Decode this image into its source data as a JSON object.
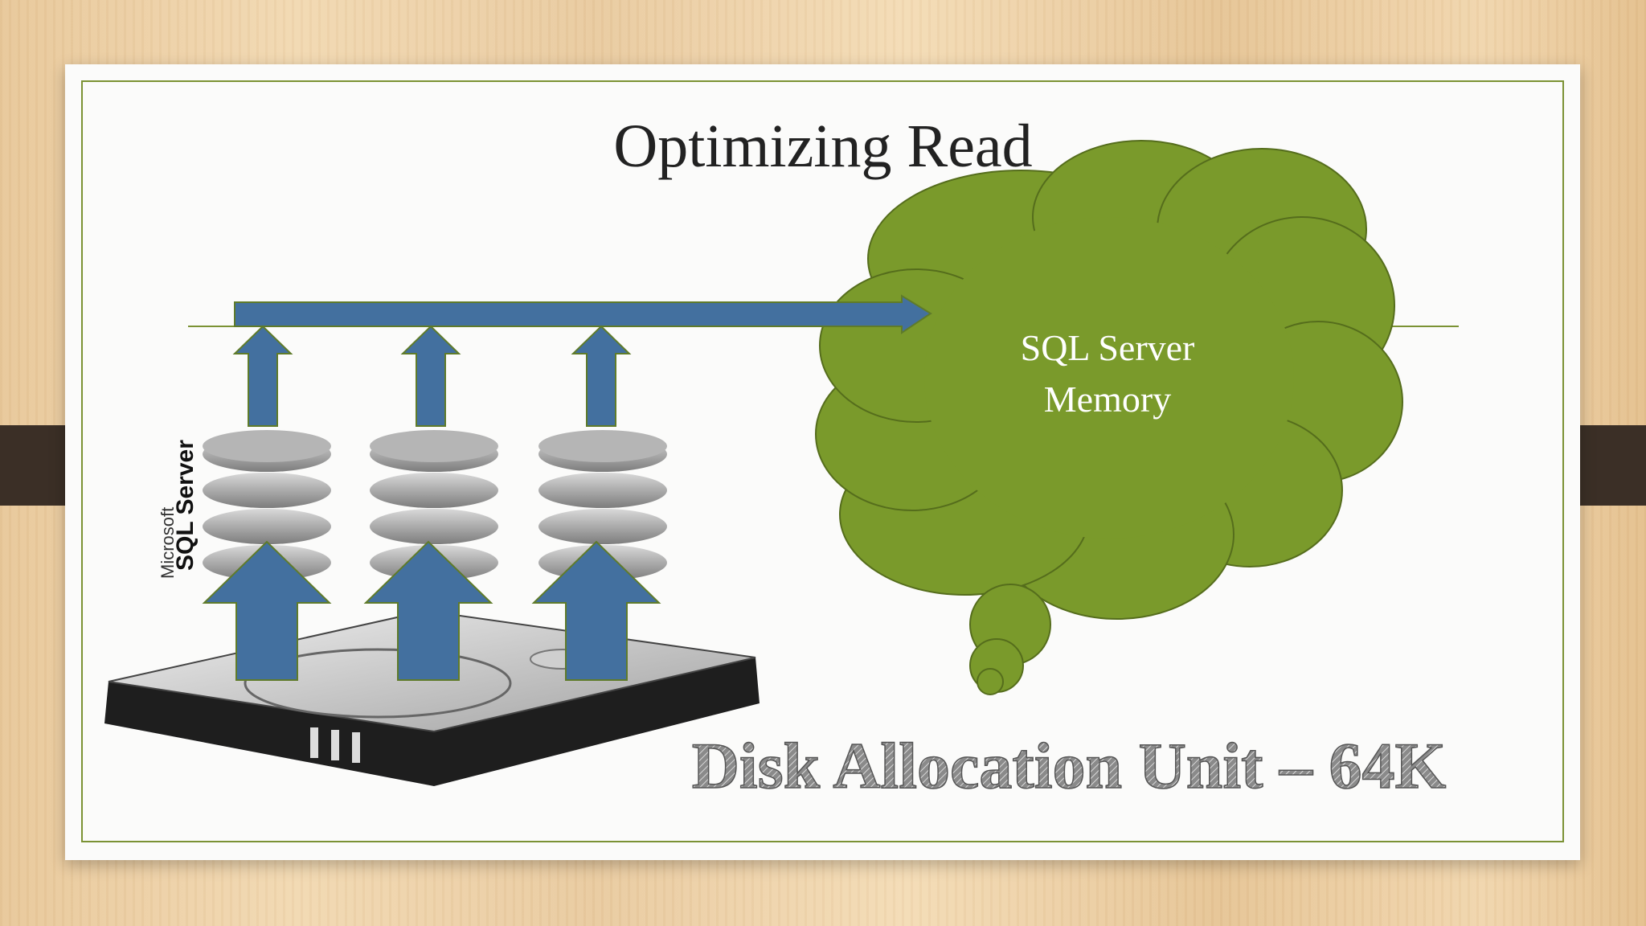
{
  "slide": {
    "title": "Optimizing Read",
    "cloud_text_line1": "SQL Server",
    "cloud_text_line2": "Memory",
    "caption": "Disk Allocation Unit – 64K",
    "logo_text_small": "Microsoft",
    "logo_text_large": "SQL Server"
  },
  "colors": {
    "frame": "#7b9234",
    "cloud": "#7a9a2b",
    "arrow": "#43709f",
    "clip": "#3b2f26"
  },
  "icons": [
    "database-icon",
    "hard-disk-icon",
    "thought-cloud-icon",
    "arrow-up-icon",
    "arrow-right-icon"
  ]
}
